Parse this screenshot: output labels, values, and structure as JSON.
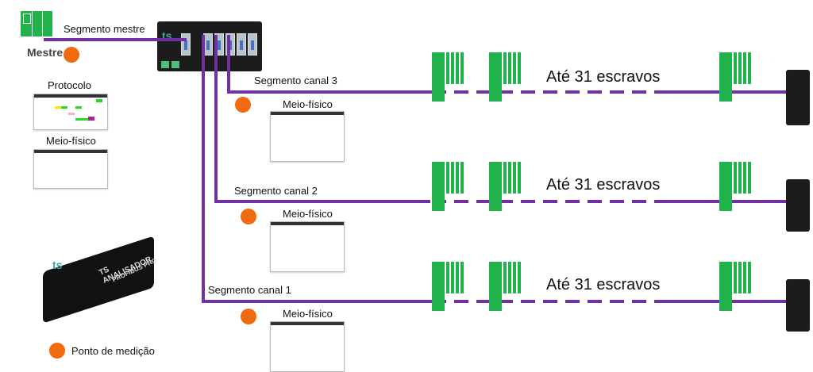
{
  "master": {
    "label": "Mestre",
    "segment_label": "Segmento mestre"
  },
  "legend": {
    "protocol_label": "Protocolo",
    "physical_label": "Meio-físico",
    "measurement_point_label": "Ponto de medição"
  },
  "analyzer": {
    "brand": "ts",
    "product_line1": "TS ANALISADOR",
    "product_line2": "PROFIBUS PRO"
  },
  "channels": [
    {
      "segment_label": "Segmento canal 3",
      "physical_label": "Meio-físico",
      "slaves_label": "Até 31 escravos"
    },
    {
      "segment_label": "Segmento canal 2",
      "physical_label": "Meio-físico",
      "slaves_label": "Até 31 escravos"
    },
    {
      "segment_label": "Segmento canal 1",
      "physical_label": "Meio-físico",
      "slaves_label": "Até 31 escravos"
    }
  ],
  "colors": {
    "bus_line": "#7030a0",
    "measurement_point": "#f26a10",
    "device_green": "#22b24c"
  }
}
